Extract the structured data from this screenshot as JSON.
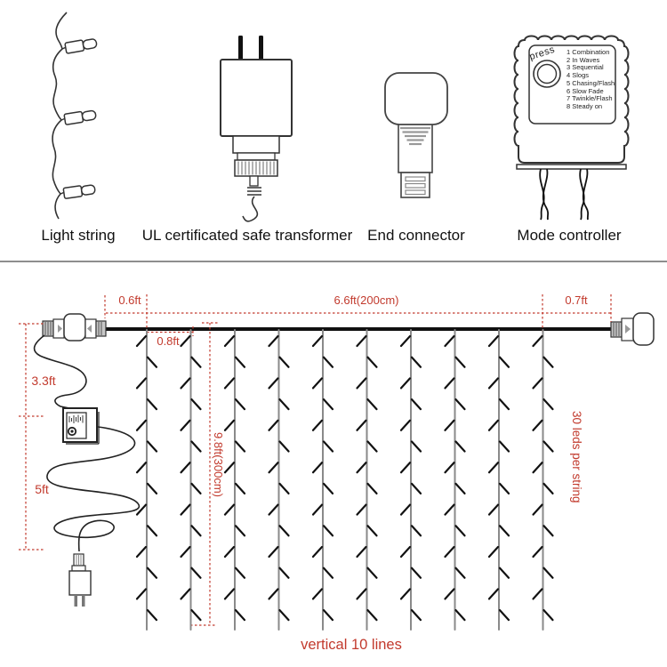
{
  "colors": {
    "accent_red": "#c23a2d",
    "outline": "#333333",
    "string_gray": "#8a8a8a"
  },
  "components": {
    "light_string": {
      "label": "Light string"
    },
    "transformer": {
      "label": "UL certificated safe transformer"
    },
    "end_connector": {
      "label": "End connector"
    },
    "mode_controller": {
      "label": "Mode controller",
      "button_label": "press",
      "modes": [
        "1 Combination",
        "2 In Waves",
        "3 Sequential",
        "4 Slogs",
        "5 Chasing/Flash",
        "6 Slow Fade",
        "7 Twinkle/Flash",
        "8 Steady on"
      ]
    }
  },
  "diagram": {
    "measurements": {
      "hang_left": "0.6ft",
      "total_width": "6.6ft(200cm)",
      "hang_right": "0.7ft",
      "drop_spacing": "0.8ft",
      "lead_upper": "3.3ft",
      "lead_lower": "5ft",
      "drop_height": "9.8ft(300cm)",
      "leds_per_string": "30 leds per string",
      "lines_count": "vertical 10 lines"
    }
  }
}
